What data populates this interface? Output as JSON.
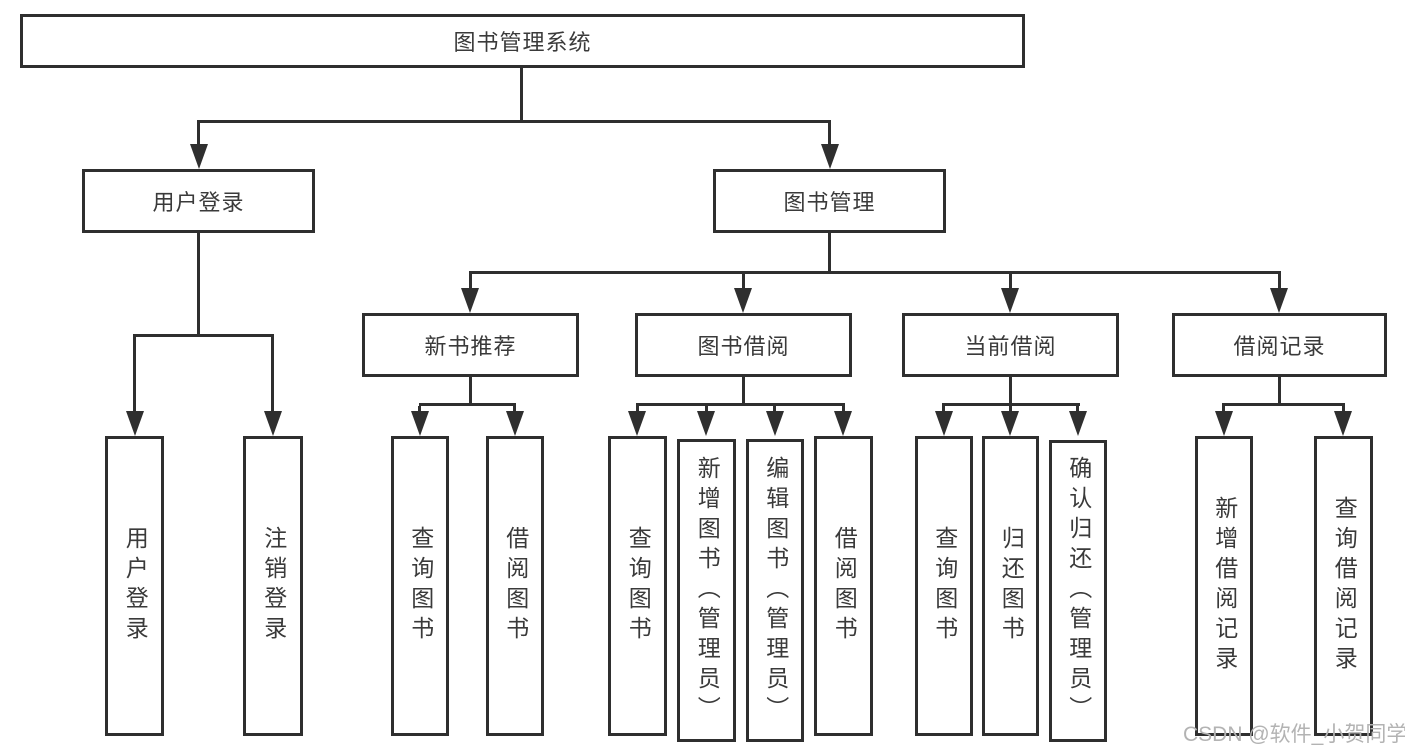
{
  "colors": {
    "line": "#2f2f2f",
    "text": "#3a3a3a",
    "watermark": "#b3b3b3",
    "background": "#ffffff"
  },
  "watermark": "CSDN @软件_小贺同学",
  "tree": {
    "label": "图书管理系统",
    "children": [
      {
        "label": "用户登录",
        "children": [
          {
            "label": "用户登录"
          },
          {
            "label": "注销登录"
          }
        ]
      },
      {
        "label": "图书管理",
        "children": [
          {
            "label": "新书推荐",
            "children": [
              {
                "label": "查询图书"
              },
              {
                "label": "借阅图书"
              }
            ]
          },
          {
            "label": "图书借阅",
            "children": [
              {
                "label": "查询图书"
              },
              {
                "label": "新增图书（管理员）"
              },
              {
                "label": "编辑图书（管理员）"
              },
              {
                "label": "借阅图书"
              }
            ]
          },
          {
            "label": "当前借阅",
            "children": [
              {
                "label": "查询图书"
              },
              {
                "label": "归还图书"
              },
              {
                "label": "确认归还（管理员）"
              }
            ]
          },
          {
            "label": "借阅记录",
            "children": [
              {
                "label": "新增借阅记录"
              },
              {
                "label": "查询借阅记录"
              }
            ]
          }
        ]
      }
    ]
  }
}
